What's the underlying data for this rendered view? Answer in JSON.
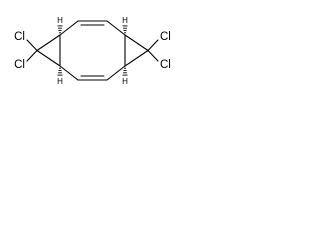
{
  "structure": {
    "atoms": {
      "cl_left_top": "Cl",
      "cl_left_bottom": "Cl",
      "cl_right_top": "Cl",
      "cl_right_bottom": "Cl",
      "h_left_top": "H",
      "h_left_bottom": "H",
      "h_right_top": "H",
      "h_right_bottom": "H"
    }
  }
}
